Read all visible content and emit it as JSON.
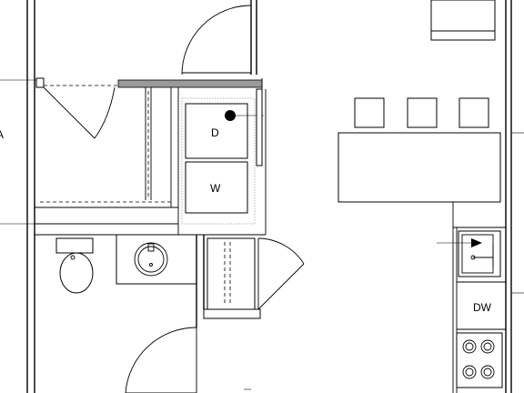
{
  "plan": {
    "labels": {
      "dryer": "D",
      "washer": "W",
      "dishwasher": "DW",
      "edge_mark": "A"
    }
  }
}
